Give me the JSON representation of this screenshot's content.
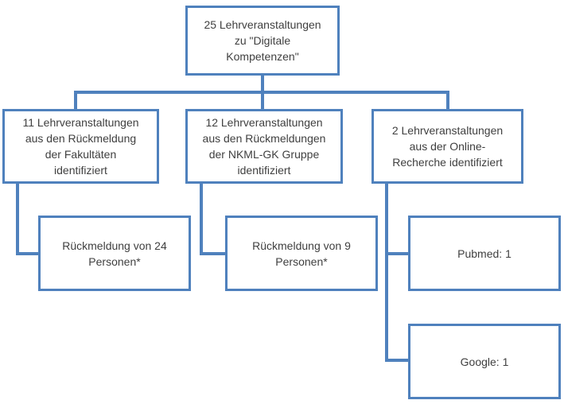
{
  "diagram": {
    "title": "Lehrveranstaltungen Digitale Kompetenzen Flussdiagramm",
    "colors": {
      "accent": "#4f81bd",
      "text": "#3f3f3f",
      "node_fill": "#ffffff"
    },
    "root": {
      "label": "25 Lehrveranstaltungen\nzu \"Digitale\nKompetenzen\""
    },
    "branches": [
      {
        "label": "11 Lehrveranstaltungen\naus den Rückmeldung\nder Fakultäten\nidentifiziert",
        "child": {
          "label": "Rückmeldung von 24\nPersonen*"
        }
      },
      {
        "label": "12 Lehrveranstaltungen\naus den Rückmeldungen\nder NKML-GK Gruppe\nidentifiziert",
        "child": {
          "label": "Rückmeldung von 9\nPersonen*"
        }
      },
      {
        "label": "2 Lehrveranstaltungen\naus der Online-\nRecherche identifiziert",
        "children": [
          {
            "label": "Pubmed: 1"
          },
          {
            "label": "Google: 1"
          }
        ]
      }
    ]
  }
}
